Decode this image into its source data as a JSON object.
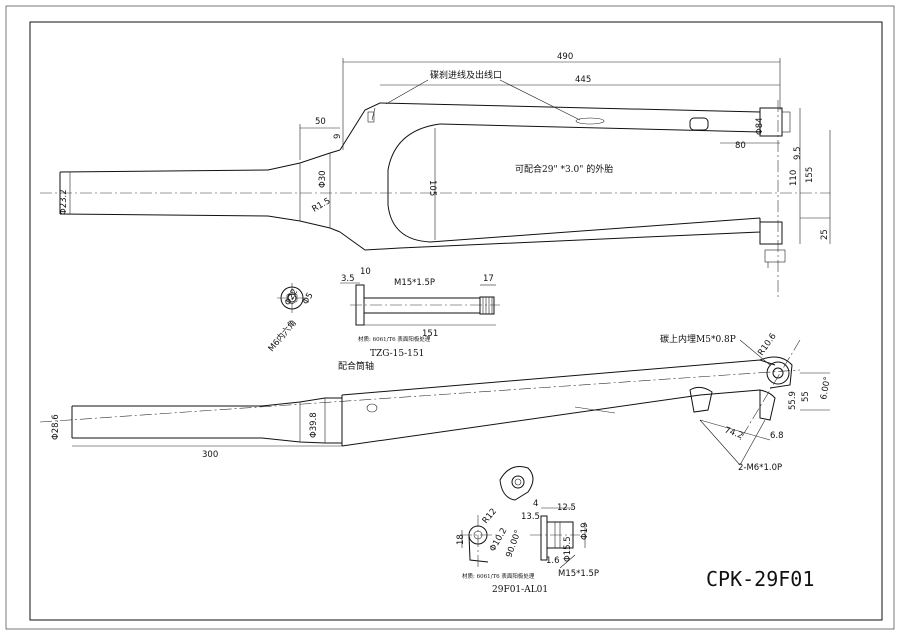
{
  "drawing": {
    "model": "CPK-29F01",
    "top_view": {
      "dim_overall": "490",
      "dim_inner": "445",
      "dim_50": "50",
      "dim_9": "9",
      "dim_105": "105",
      "dim_155": "155",
      "dim_110": "110",
      "dim_9_5": "9.5",
      "dim_80": "80",
      "dim_25": "25",
      "dim_phi84": "Φ84",
      "dim_phi23_2": "Φ23.2",
      "dim_phi30": "Φ30",
      "dim_r1_5": "R1.5",
      "note_brake": "碟刹进线及出线口",
      "note_tire": "可配合29\" *3.0\" 的外胎"
    },
    "axle": {
      "dim_3_5": "3.5",
      "dim_10": "10",
      "thread": "M15*1.5P",
      "dim_17": "17",
      "dim_151": "151",
      "material": "材质: 6061/T6 表面阳极处理",
      "part_no": "TZG-15-151",
      "caption": "配合筒轴",
      "dim_phi22": "Φ22",
      "dim_phi5": "Φ5",
      "hex": "M6内六角"
    },
    "side_view": {
      "dim_phi28_6": "Φ28.6",
      "dim_phi39_8": "Φ39.8",
      "dim_300": "300",
      "dim_r10_6": "R10.6",
      "insert": "碳上内埋M5*0.8P",
      "dim_6_00": "6.00°",
      "dim_55_9": "55.9",
      "dim_55": "55",
      "dim_74_2": "74.2",
      "dim_6_8": "6.8",
      "bolt": "2-M6*1.0P"
    },
    "dropout_part": {
      "dim_r12": "R12",
      "dim_18": "18",
      "dim_phi10_2": "Φ10.2",
      "dim_90_00": "90.00°",
      "dim_4": "4",
      "dim_12_5": "12.5",
      "dim_13_5": "13.5",
      "dim_phi19": "Φ19",
      "dim_phi15_5": "Φ15.5",
      "dim_1_6": "1.6",
      "thread": "M15*1.5P",
      "material": "材质: 6061/T6 表面阳极处理",
      "part_no": "29F01-AL01"
    }
  }
}
